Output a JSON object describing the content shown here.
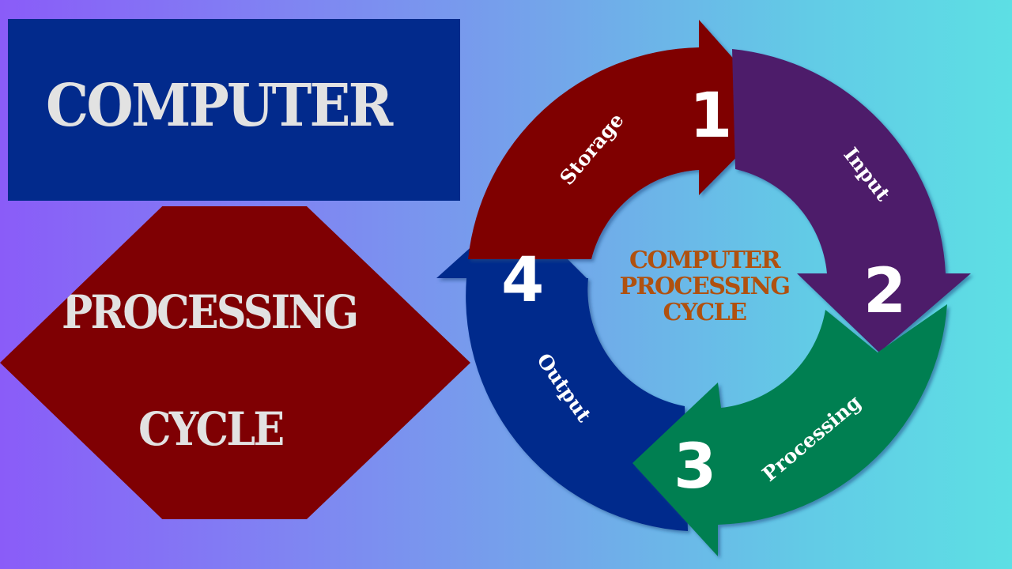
{
  "title_box": {
    "text": "COMPUTER",
    "color": "#022a8c"
  },
  "hexagon": {
    "line1": "PROCESSING",
    "line2": "CYCLE",
    "color": "#7f0003"
  },
  "cycle": {
    "center_text": [
      "COMPUTER",
      "PROCESSING",
      "CYCLE"
    ],
    "center_color": "#b0510f",
    "steps": [
      {
        "number": "1",
        "label": "Storage",
        "color": "#7f0003"
      },
      {
        "number": "2",
        "label": "Input",
        "color": "#4d1a6b"
      },
      {
        "number": "3",
        "label": "Processing",
        "color": "#037f51"
      },
      {
        "number": "4",
        "label": "Output",
        "color": "#022a8c"
      }
    ]
  }
}
